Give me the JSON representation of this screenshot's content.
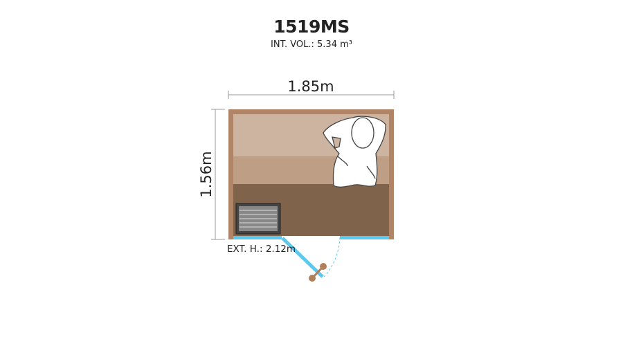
{
  "title": "1519MS",
  "internal_volume": "INT. VOL.: 5.34 m³",
  "width_label": "1.85m",
  "depth_label": "1.56m",
  "external_height": "EXT. H.: 2.12m",
  "colors": {
    "wall": "#b08466",
    "bench_upper": "#cdb4a0",
    "bench_lower": "#bf9e86",
    "floor": "#80634b",
    "glass": "#5bc8ec",
    "handle": "#b07f5c"
  },
  "icons": [
    "person-icon",
    "heater-icon",
    "door-handle-icon"
  ]
}
